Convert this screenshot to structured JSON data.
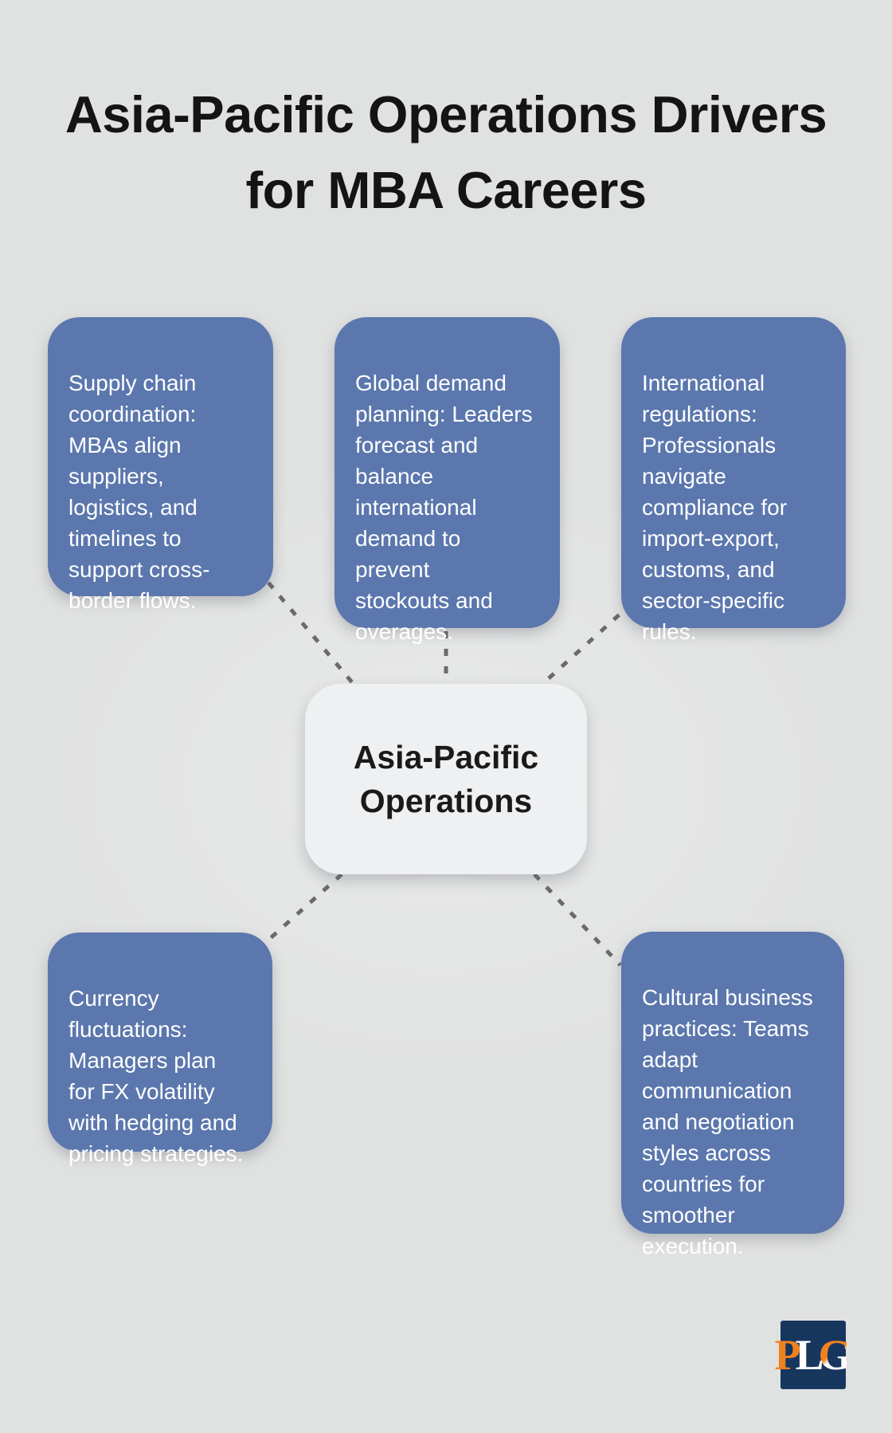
{
  "title": "Asia-Pacific Operations Drivers\nfor MBA Careers",
  "center_node": {
    "label": "Asia-Pacific\nOperations"
  },
  "nodes": [
    {
      "id": "supply-chain-coordination",
      "text": "Supply chain\ncoordination:\nMBAs align\nsuppliers,\nlogistics, and\ntimelines to\nsupport cross-\nborder flows."
    },
    {
      "id": "global-demand-planning",
      "text": "Global demand\nplanning: Leaders\nforecast and\nbalance\ninternational\ndemand to\nprevent\nstockouts and\noverages."
    },
    {
      "id": "international-regulations",
      "text": "International\nregulations:\nProfessionals\nnavigate\ncompliance for\nimport-export,\ncustoms, and\nsector-specific\nrules."
    },
    {
      "id": "currency-fluctuations",
      "text": "Currency\nfluctuations:\nManagers plan\nfor FX volatility\nwith hedging and\npricing strategies."
    },
    {
      "id": "cultural-business-practices",
      "text": "Cultural business\npractices: Teams\nadapt\ncommunication\nand negotiation\nstyles across\ncountries for\nsmoother\nexecution."
    }
  ],
  "logo": {
    "letters": [
      {
        "char": "P",
        "color": "orange"
      },
      {
        "char": "L",
        "color": "white"
      },
      {
        "char": "G",
        "color": "orange-white"
      }
    ]
  },
  "colors": {
    "background": "#e0e1e1",
    "node-bg": "#5b77ad",
    "node-text": "#ffffff",
    "center-bg": "#eff0f2",
    "center-text": "#1a1a1a",
    "title-text": "#141414",
    "connector": "#6a6a6a",
    "logo-bg": "#16365e",
    "logo-orange": "#f0821e",
    "logo-white": "#ffffff"
  }
}
